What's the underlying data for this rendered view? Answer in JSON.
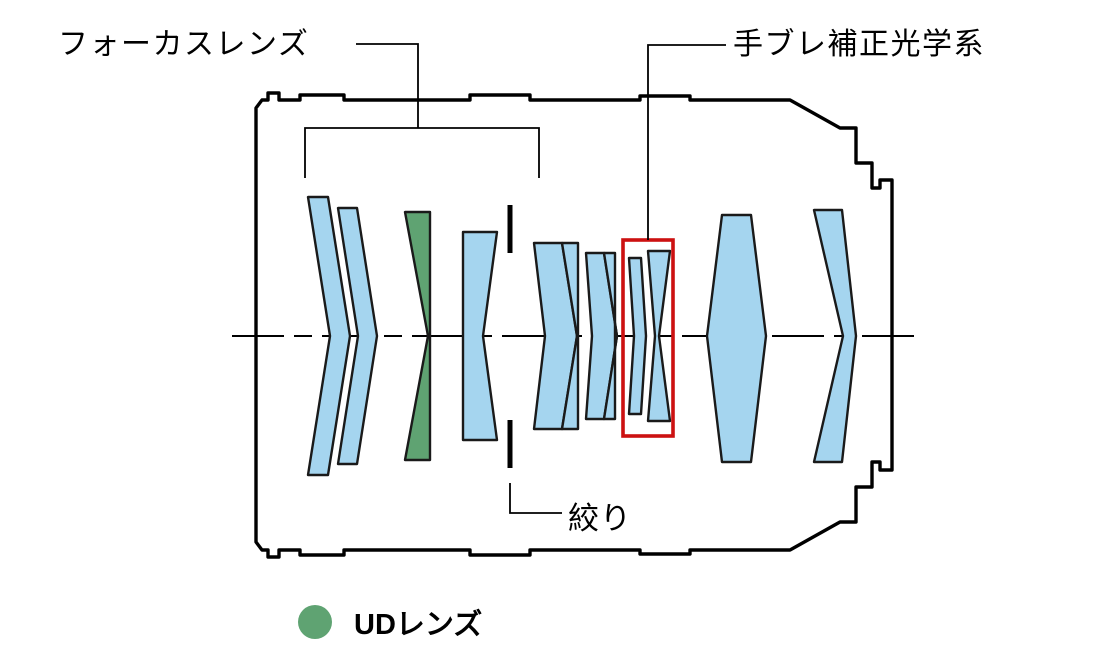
{
  "diagram": {
    "title_hidden": "",
    "type": "lens-cross-section",
    "colors": {
      "lens_glass": "#a5d5ef",
      "lens_ud": "#5fa372",
      "outline": "#1a1a1a",
      "barrel": "#000000",
      "highlight_box": "#cc1111",
      "axis": "#000000",
      "leader": "#000000"
    },
    "labels": {
      "focus_lens": "フォーカスレンズ",
      "is_system": "手ブレ補正光学系",
      "aperture": "絞り"
    },
    "legend": {
      "swatch_color": "#5fa372",
      "label": "UDレンズ",
      "swatch_icon": "green-circle-icon"
    },
    "annotations": {
      "focus_bracket_span": "group-1-to-4",
      "is_highlight_box": "red-rectangle",
      "aperture_marker": "diaphragm-blades"
    },
    "elements": [
      {
        "id": 1,
        "kind": "meniscus",
        "material": "glass",
        "group": "focus"
      },
      {
        "id": 2,
        "kind": "meniscus",
        "material": "glass",
        "group": "focus"
      },
      {
        "id": 3,
        "kind": "meniscus-thick",
        "material": "ud",
        "group": "focus"
      },
      {
        "id": 4,
        "kind": "biconcave",
        "material": "glass",
        "group": "focus"
      },
      {
        "id": 5,
        "kind": "cemented-doublet",
        "material": "glass",
        "group": "middle"
      },
      {
        "id": 6,
        "kind": "cemented-doublet-thin",
        "material": "glass",
        "group": "middle"
      },
      {
        "id": 7,
        "kind": "meniscus",
        "material": "glass",
        "group": "is"
      },
      {
        "id": 8,
        "kind": "biconcave",
        "material": "glass",
        "group": "is"
      },
      {
        "id": 9,
        "kind": "biconvex",
        "material": "glass",
        "group": "rear"
      },
      {
        "id": 10,
        "kind": "meniscus",
        "material": "glass",
        "group": "rear"
      }
    ]
  }
}
